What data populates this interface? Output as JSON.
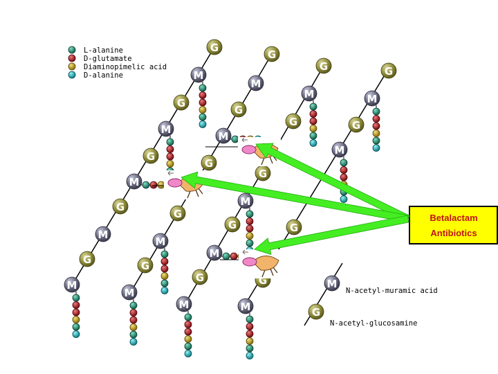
{
  "legend": {
    "items": [
      {
        "label": "L-alanine",
        "color": "#1f8a70"
      },
      {
        "label": "D-glutamate",
        "color": "#b0141a"
      },
      {
        "label": "Diaminopimelic acid",
        "color": "#c8a314"
      },
      {
        "label": "D-alanine",
        "color": "#18b3bd"
      }
    ]
  },
  "unit_labels": {
    "g": "G",
    "m": "M",
    "muramic": "N-acetyl-muramic acid",
    "glucosamine": "N-acetyl-glucosamine"
  },
  "callout": {
    "line1": "Betalactam",
    "line2": "Antibiotics",
    "box_color": "#ffff00",
    "text_color": "#c0131a",
    "arrow_color": "#44ee22"
  },
  "colors": {
    "g_ball": "#8f8d3a",
    "m_ball": "#6a6a80"
  }
}
